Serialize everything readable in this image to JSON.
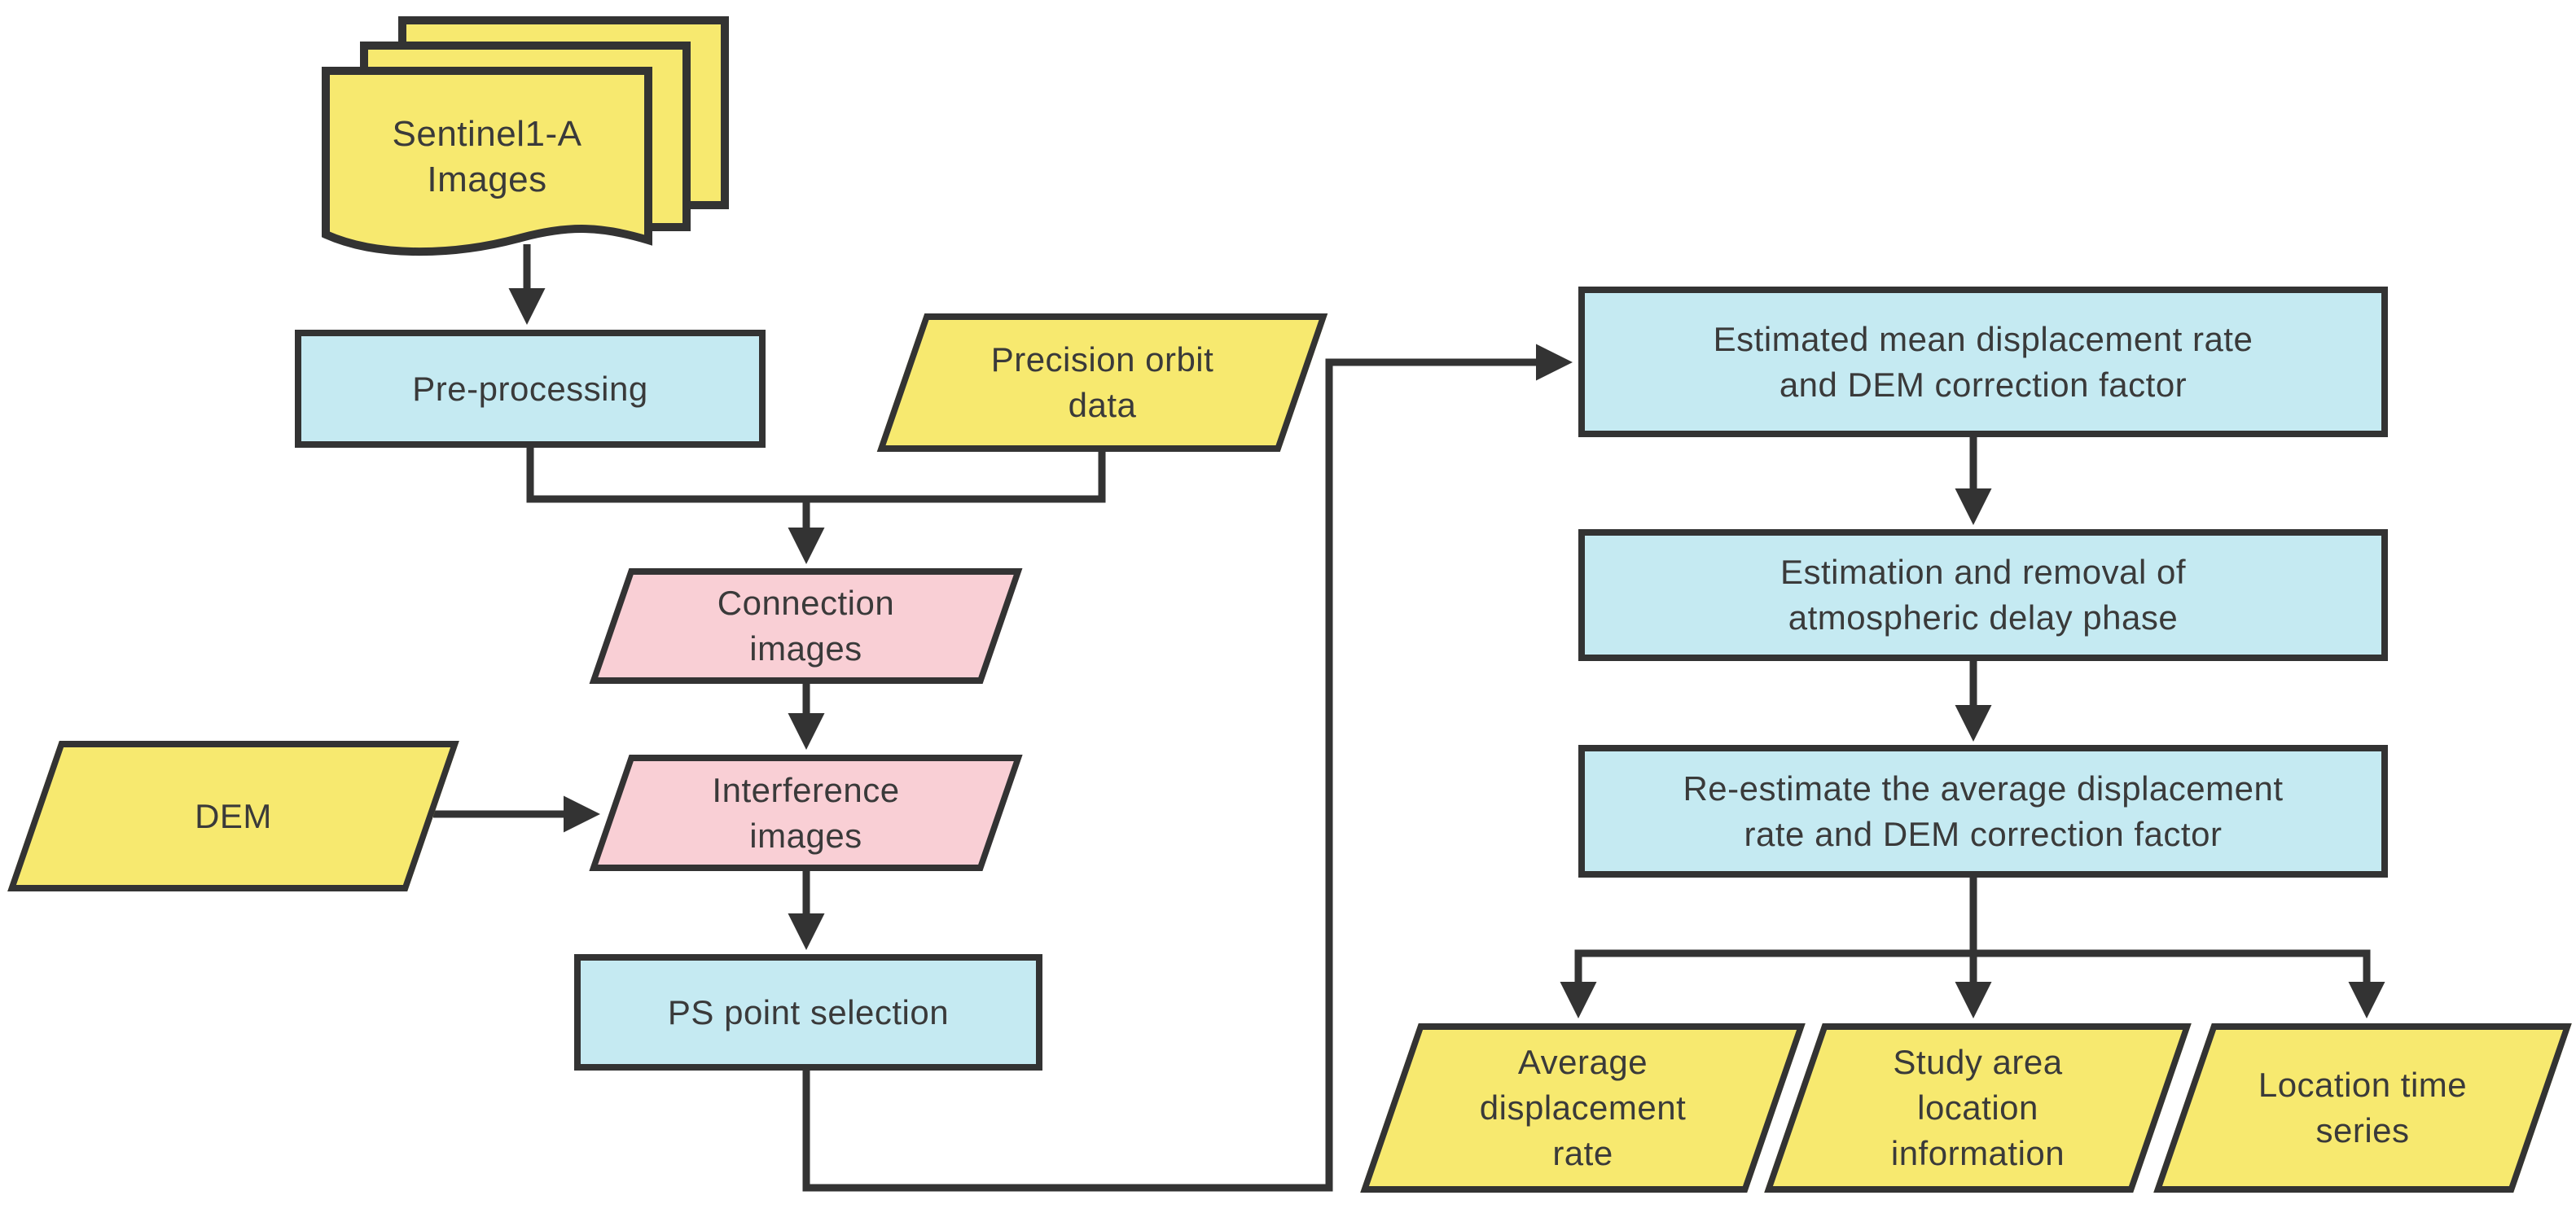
{
  "colors": {
    "yellow": "#F7E96F",
    "pink": "#F9CFD5",
    "cyan": "#C5EAF2",
    "line": "#333333",
    "text": "#3A3A3A",
    "background": "#FFFFFF"
  },
  "nodes": {
    "sentinel": {
      "shape": "document-stack",
      "fill": "yellow",
      "lines": [
        "Sentinel1-A",
        "Images"
      ]
    },
    "preprocessing": {
      "shape": "process",
      "fill": "cyan",
      "lines": [
        "Pre-processing"
      ]
    },
    "precision_orbit": {
      "shape": "data-parallelogram",
      "fill": "yellow",
      "lines": [
        "Precision orbit",
        "data"
      ]
    },
    "connection": {
      "shape": "data-parallelogram",
      "fill": "pink",
      "lines": [
        "Connection",
        "images"
      ]
    },
    "dem": {
      "shape": "data-parallelogram",
      "fill": "yellow",
      "lines": [
        "DEM"
      ]
    },
    "interference": {
      "shape": "data-parallelogram",
      "fill": "pink",
      "lines": [
        "Interference",
        "images"
      ]
    },
    "ps_selection": {
      "shape": "process",
      "fill": "cyan",
      "lines": [
        "PS point selection"
      ]
    },
    "estimate_rate": {
      "shape": "process",
      "fill": "cyan",
      "lines": [
        "Estimated mean displacement rate",
        "and DEM correction factor"
      ]
    },
    "atmospheric": {
      "shape": "process",
      "fill": "cyan",
      "lines": [
        "Estimation and removal of",
        "atmospheric delay phase"
      ]
    },
    "reestimate": {
      "shape": "process",
      "fill": "cyan",
      "lines": [
        "Re-estimate the average displacement",
        "rate and DEM correction factor"
      ]
    },
    "avg_rate": {
      "shape": "data-parallelogram",
      "fill": "yellow",
      "lines": [
        "Average",
        "displacement",
        "rate"
      ]
    },
    "study_area": {
      "shape": "data-parallelogram",
      "fill": "yellow",
      "lines": [
        "Study area",
        "location",
        "information"
      ]
    },
    "time_series": {
      "shape": "data-parallelogram",
      "fill": "yellow",
      "lines": [
        "Location time",
        "series"
      ]
    }
  },
  "edges": [
    {
      "from": "sentinel",
      "to": "preprocessing"
    },
    {
      "from": "preprocessing",
      "to": "connection"
    },
    {
      "from": "precision_orbit",
      "to": "connection"
    },
    {
      "from": "connection",
      "to": "interference"
    },
    {
      "from": "dem",
      "to": "interference"
    },
    {
      "from": "interference",
      "to": "ps_selection"
    },
    {
      "from": "ps_selection",
      "to": "estimate_rate"
    },
    {
      "from": "estimate_rate",
      "to": "atmospheric"
    },
    {
      "from": "atmospheric",
      "to": "reestimate"
    },
    {
      "from": "reestimate",
      "to": "avg_rate"
    },
    {
      "from": "reestimate",
      "to": "study_area"
    },
    {
      "from": "reestimate",
      "to": "time_series"
    }
  ]
}
